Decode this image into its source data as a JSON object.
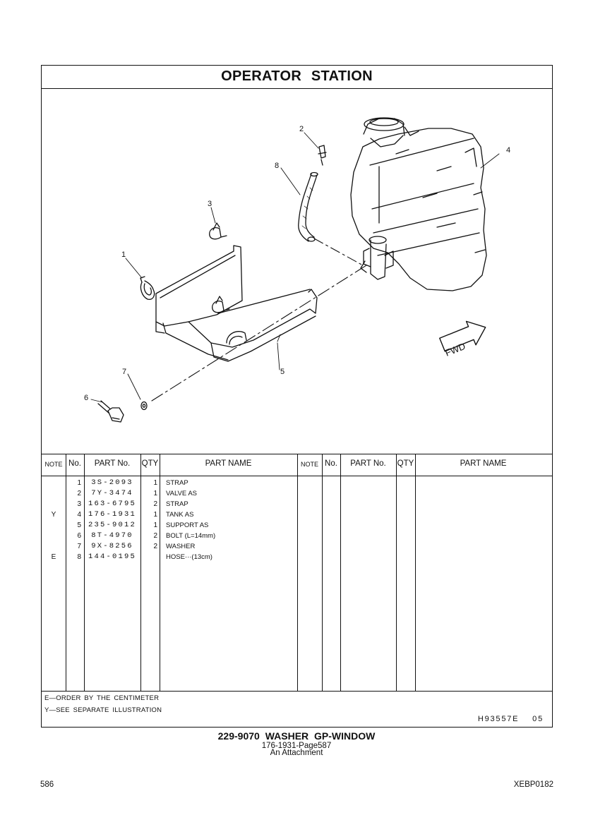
{
  "section_title": "OPERATOR  STATION",
  "illustration": {
    "callouts": [
      "1",
      "2",
      "3",
      "4",
      "5",
      "6",
      "7",
      "8"
    ],
    "fwd_label": "FWD"
  },
  "table": {
    "headers": {
      "note": "NOTE",
      "no": "No.",
      "part_no": "PART No.",
      "qty": "QTY",
      "part_name": "PART NAME"
    },
    "rows": [
      {
        "note": "",
        "no": "1",
        "part_no": "3S-2093",
        "qty": "1",
        "part_name": "STRAP"
      },
      {
        "note": "",
        "no": "2",
        "part_no": "7Y-3474",
        "qty": "1",
        "part_name": "VALVE AS"
      },
      {
        "note": "",
        "no": "3",
        "part_no": "163-6795",
        "qty": "2",
        "part_name": "STRAP"
      },
      {
        "note": "Y",
        "no": "4",
        "part_no": "176-1931",
        "qty": "1",
        "part_name": "TANK AS"
      },
      {
        "note": "",
        "no": "5",
        "part_no": "235-9012",
        "qty": "1",
        "part_name": "SUPPORT AS"
      },
      {
        "note": "",
        "no": "6",
        "part_no": "8T-4970",
        "qty": "2",
        "part_name": "BOLT (L=14mm)"
      },
      {
        "note": "",
        "no": "7",
        "part_no": "9X-8256",
        "qty": "2",
        "part_name": "WASHER"
      },
      {
        "note": "E",
        "no": "8",
        "part_no": "144-0195",
        "qty": "",
        "part_name": "HOSE···(13cm)"
      }
    ]
  },
  "footnotes": {
    "e": "E—ORDER BY THE CENTIMETER",
    "y": "Y—SEE SEPARATE ILLUSTRATION"
  },
  "illustration_ref": "H93557E  05",
  "doc_title": "229-9070  WASHER GP-WINDOW",
  "doc_subtitle": "176-1931-Page587",
  "doc_attachment": "An Attachment",
  "page_number": "586",
  "doc_code": "XEBP0182"
}
